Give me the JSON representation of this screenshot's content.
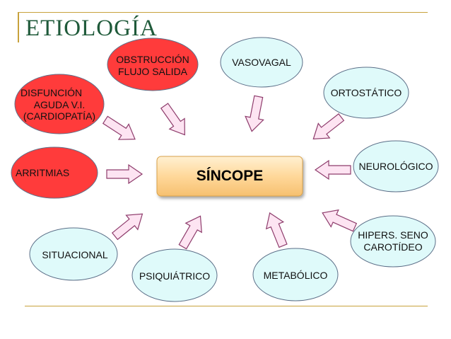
{
  "title": "ETIOLOGÍA",
  "center": "SÍNCOPE",
  "nodes": {
    "disfuncion": [
      "DISFUNCIÓN",
      "AGUDA V.I.",
      "(CARDIOPATÍA)"
    ],
    "obstruccion": [
      "OBSTRUCCIÓN",
      "FLUJO SALIDA"
    ],
    "vasovagal": "VASOVAGAL",
    "ortostatico": "ORTOSTÁTICO",
    "arritmias": "ARRITMIAS",
    "neurologico": "NEUROLÓGICO",
    "hipers": [
      "HIPERS. SENO",
      "CAROTÍDEO"
    ],
    "situacional": "SITUACIONAL",
    "psiquiatrico": "PSIQUIÁTRICO",
    "metabolico": "METABÓLICO"
  },
  "colors": {
    "cardiac_fill": "#ff3b3b",
    "other_fill": "#dffafa",
    "center_fill": "#ffd79a",
    "arrow_fill": "#fde4f2",
    "arrow_stroke": "#8e3c6c",
    "title_color": "#1f5a3a",
    "rule_color": "#c8a23c"
  }
}
